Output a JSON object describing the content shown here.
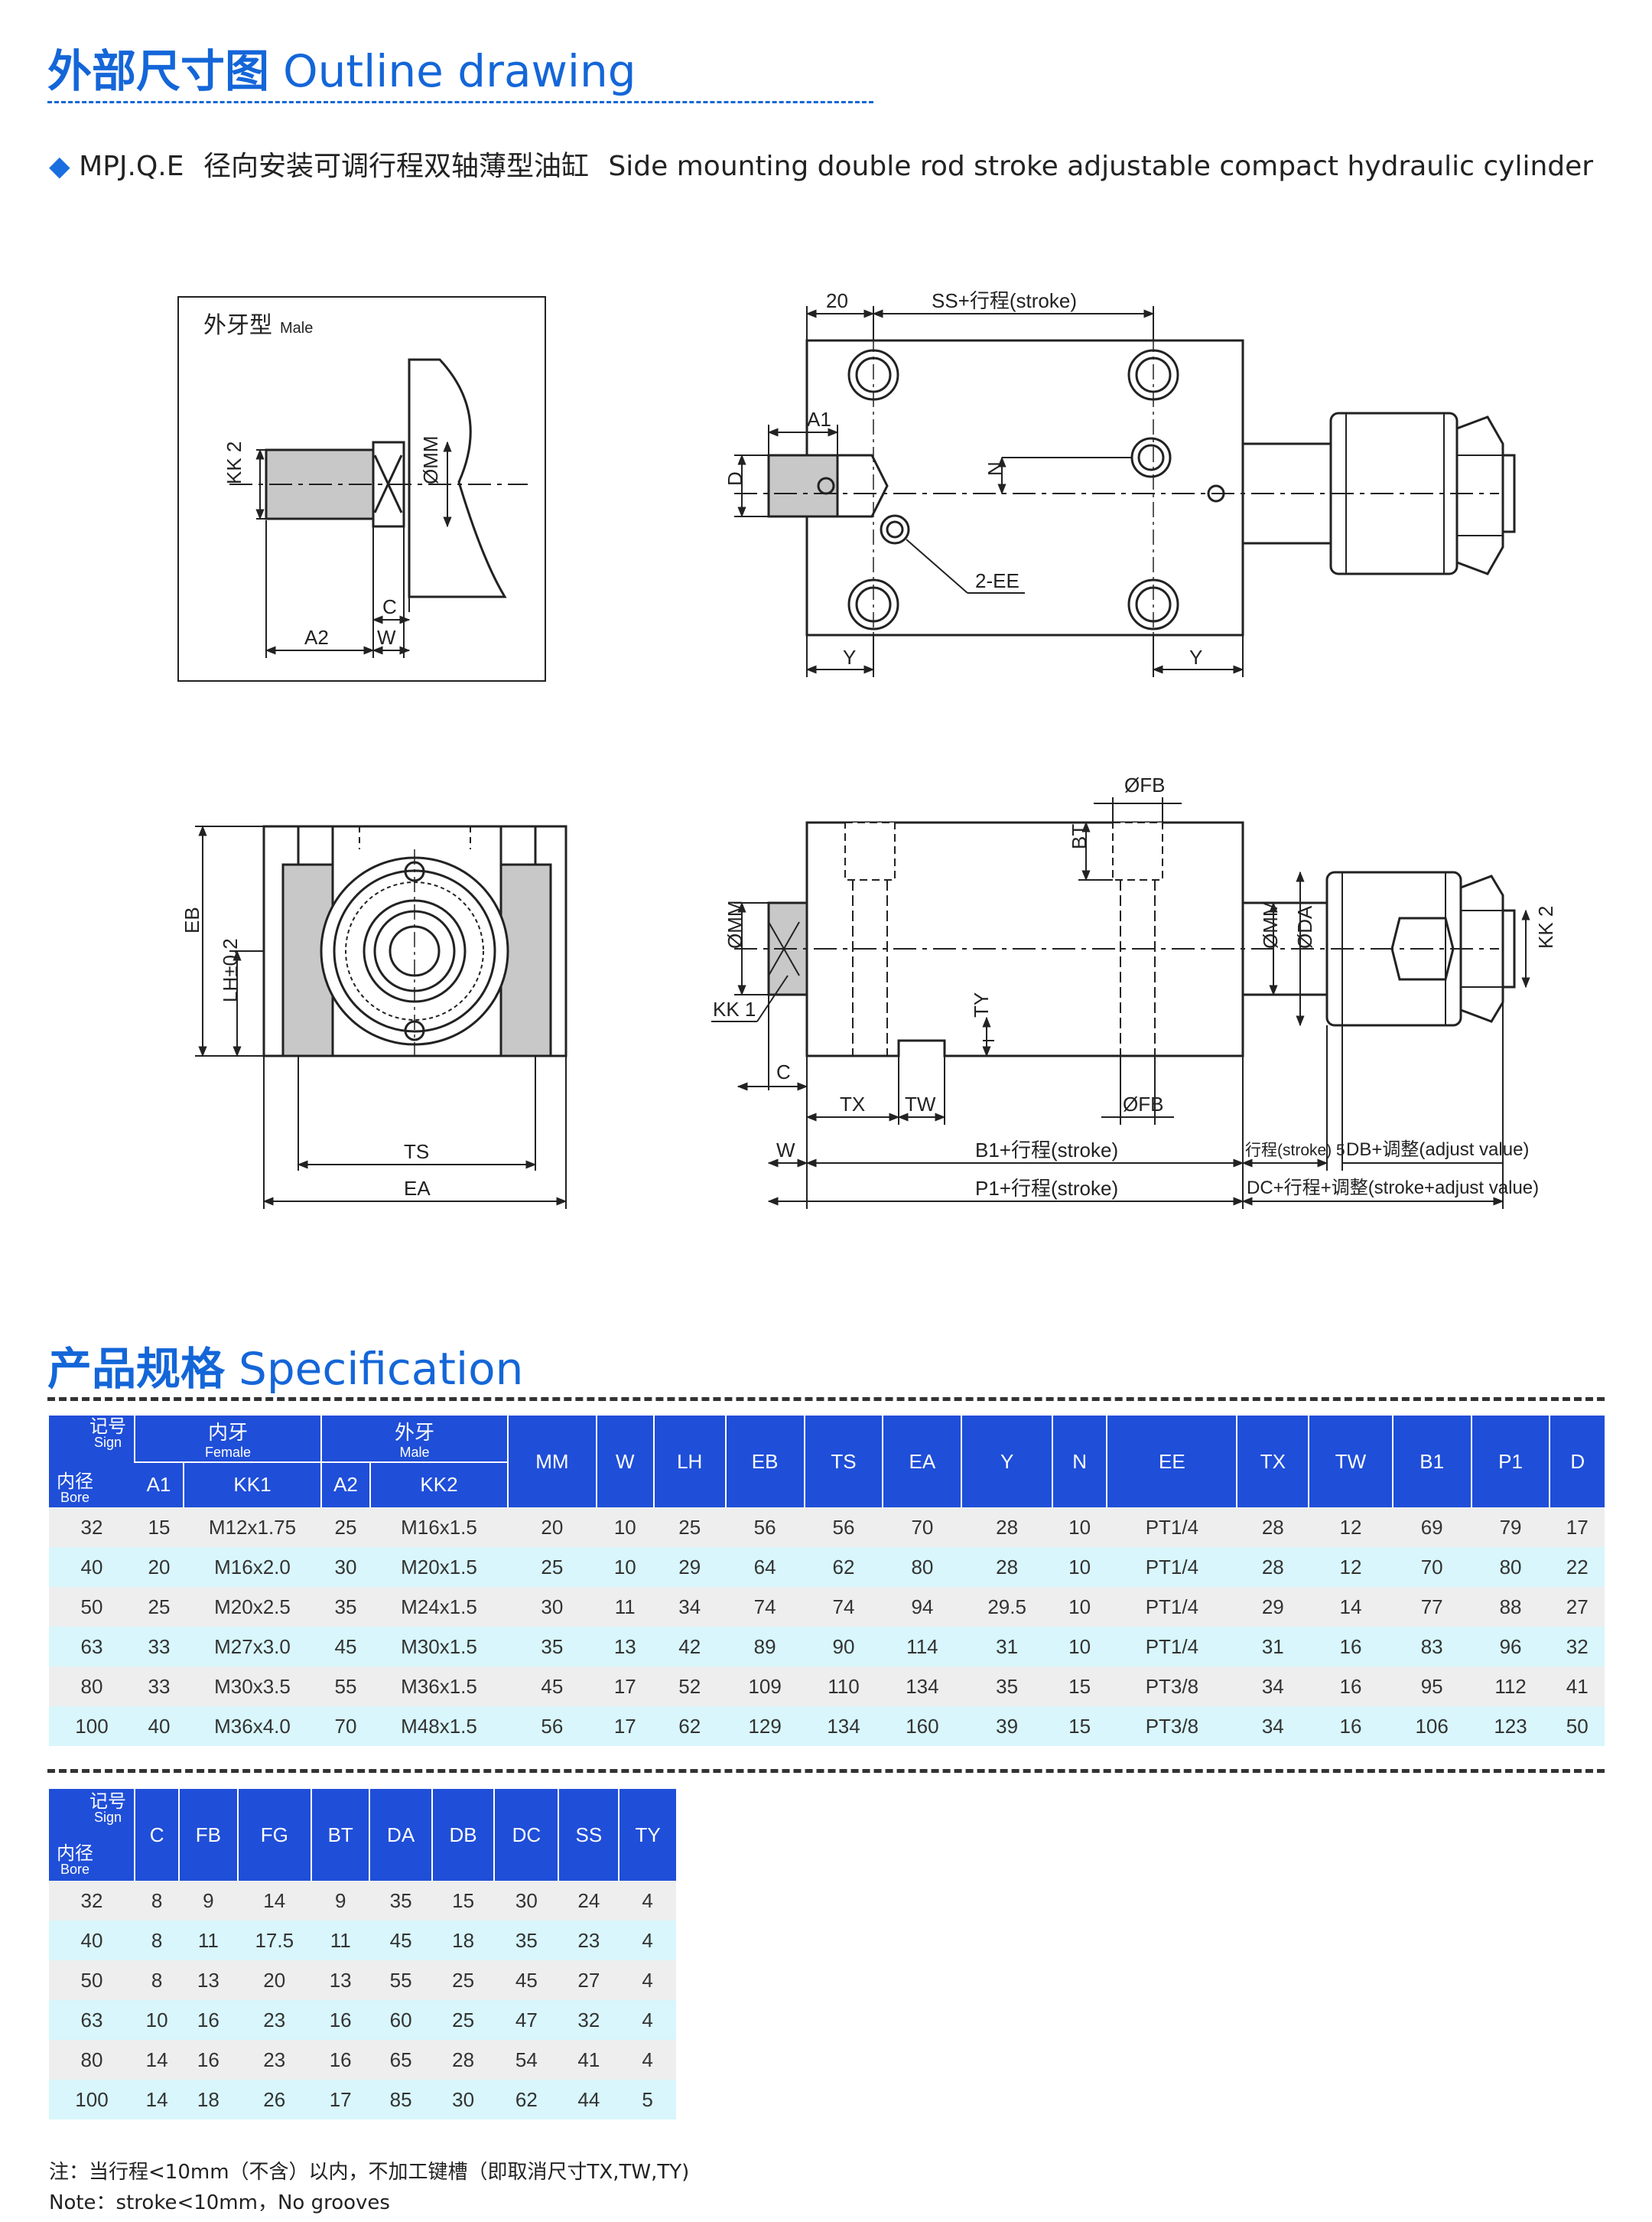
{
  "header": {
    "outline_cn": "外部尺寸图",
    "outline_en": "Outline drawing",
    "product_marker": "◆",
    "product_code": "MPJ.Q.E",
    "product_cn": "径向安装可调行程双轴薄型油缸",
    "product_en": "Side mounting double rod stroke adjustable compact hydraulic cylinder"
  },
  "drawing_labels": {
    "male_type_cn": "外牙型",
    "male_type_en": "Male",
    "kk2": "KK 2",
    "kk1": "KK 1",
    "mm": "ØMM",
    "c": "C",
    "a1": "A1",
    "a2": "A2",
    "w": "W",
    "d": "D",
    "n": "N",
    "ee": "2-EE",
    "y": "Y",
    "dim_20": "20",
    "ss_stroke": "SS+行程(stroke)",
    "fb": "ØFB",
    "bt": "BT",
    "ty": "TY",
    "tx": "TX",
    "tw": "TW",
    "da": "ØDA",
    "eb": "EB",
    "lh": "LH±0.2",
    "ts": "TS",
    "ea": "EA",
    "b1_stroke": "B1+行程(stroke)",
    "p1_stroke": "P1+行程(stroke)",
    "stroke_5": "行程(stroke) 5",
    "db_adjust": "DB+调整(adjust value)",
    "dc_adjust": "DC+行程+调整(stroke+adjust value)"
  },
  "spec": {
    "title_cn": "产品规格",
    "title_en": "Specification",
    "sign_cn": "记号",
    "sign_en": "Sign",
    "bore_cn": "内径",
    "bore_en": "Bore",
    "female_cn": "内牙",
    "female_en": "Female",
    "male_cn": "外牙",
    "male_en": "Male",
    "columns1": [
      "A1",
      "KK1",
      "A2",
      "KK2",
      "MM",
      "W",
      "LH",
      "EB",
      "TS",
      "EA",
      "Y",
      "N",
      "EE",
      "TX",
      "TW",
      "B1",
      "P1",
      "D"
    ],
    "rows1": [
      [
        "32",
        "15",
        "M12x1.75",
        "25",
        "M16x1.5",
        "20",
        "10",
        "25",
        "56",
        "56",
        "70",
        "28",
        "10",
        "PT1/4",
        "28",
        "12",
        "69",
        "79",
        "17"
      ],
      [
        "40",
        "20",
        "M16x2.0",
        "30",
        "M20x1.5",
        "25",
        "10",
        "29",
        "64",
        "62",
        "80",
        "28",
        "10",
        "PT1/4",
        "28",
        "12",
        "70",
        "80",
        "22"
      ],
      [
        "50",
        "25",
        "M20x2.5",
        "35",
        "M24x1.5",
        "30",
        "11",
        "34",
        "74",
        "74",
        "94",
        "29.5",
        "10",
        "PT1/4",
        "29",
        "14",
        "77",
        "88",
        "27"
      ],
      [
        "63",
        "33",
        "M27x3.0",
        "45",
        "M30x1.5",
        "35",
        "13",
        "42",
        "89",
        "90",
        "114",
        "31",
        "10",
        "PT1/4",
        "31",
        "16",
        "83",
        "96",
        "32"
      ],
      [
        "80",
        "33",
        "M30x3.5",
        "55",
        "M36x1.5",
        "45",
        "17",
        "52",
        "109",
        "110",
        "134",
        "35",
        "15",
        "PT3/8",
        "34",
        "16",
        "95",
        "112",
        "41"
      ],
      [
        "100",
        "40",
        "M36x4.0",
        "70",
        "M48x1.5",
        "56",
        "17",
        "62",
        "129",
        "134",
        "160",
        "39",
        "15",
        "PT3/8",
        "34",
        "16",
        "106",
        "123",
        "50"
      ]
    ],
    "columns2": [
      "C",
      "FB",
      "FG",
      "BT",
      "DA",
      "DB",
      "DC",
      "SS",
      "TY"
    ],
    "rows2": [
      [
        "32",
        "8",
        "9",
        "14",
        "9",
        "35",
        "15",
        "30",
        "24",
        "4"
      ],
      [
        "40",
        "8",
        "11",
        "17.5",
        "11",
        "45",
        "18",
        "35",
        "23",
        "4"
      ],
      [
        "50",
        "8",
        "13",
        "20",
        "13",
        "55",
        "25",
        "45",
        "27",
        "4"
      ],
      [
        "63",
        "10",
        "16",
        "23",
        "16",
        "60",
        "25",
        "47",
        "32",
        "4"
      ],
      [
        "80",
        "14",
        "16",
        "23",
        "16",
        "65",
        "28",
        "54",
        "41",
        "4"
      ],
      [
        "100",
        "14",
        "18",
        "26",
        "17",
        "85",
        "30",
        "62",
        "44",
        "5"
      ]
    ]
  },
  "notes": {
    "cn": "注：当行程<10mm（不含）以内，不加工键槽（即取消尺寸TX,TW,TY)",
    "en": "Note：stroke<10mm，No grooves"
  }
}
